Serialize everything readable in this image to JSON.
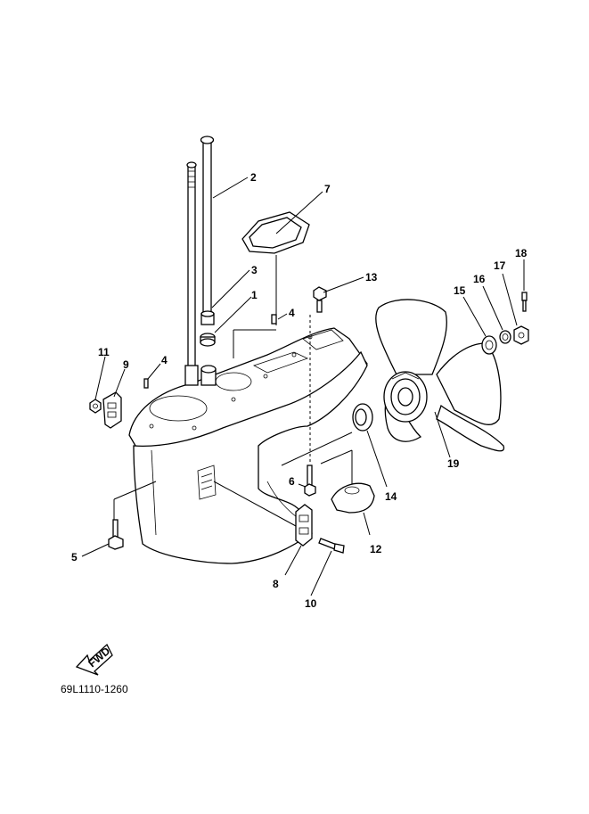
{
  "diagram": {
    "part_code": "69L1110-1260",
    "fwd_arrow_label": "FWD",
    "callouts": {
      "c1": "1",
      "c2": "2",
      "c3": "3",
      "c4a": "4",
      "c4b": "4",
      "c5": "5",
      "c6": "6",
      "c7": "7",
      "c8": "8",
      "c9": "9",
      "c10": "10",
      "c11": "11",
      "c12": "12",
      "c13": "13",
      "c14": "14",
      "c15": "15",
      "c16": "16",
      "c17": "17",
      "c18": "18",
      "c19": "19"
    }
  }
}
